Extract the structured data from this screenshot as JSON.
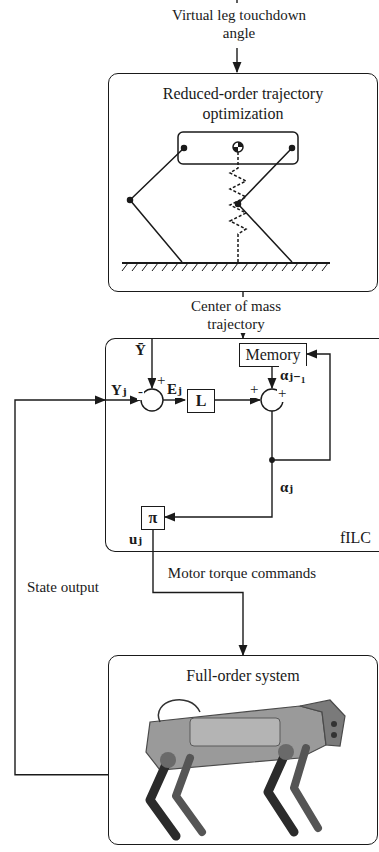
{
  "diagram": {
    "nodes": [
      {
        "text": [
          "Reduced-order trajectory optimization"
        ]
      },
      {
        "text": [
          "fILC"
        ]
      },
      {
        "text": [
          "L"
        ],
        "in": 1
      },
      {
        "text": [
          "Memory"
        ],
        "in": 1
      },
      {
        "text": [
          "π"
        ],
        "in": 1
      },
      {
        "text": [
          "Full-order system"
        ]
      }
    ],
    "edges": [
      {
        "from": 0,
        "to": 1,
        "label": "Center of mass trajectory",
        "arrow": "to"
      },
      {
        "from": 4,
        "to": 5,
        "label": "Motor torque commands",
        "arrow": "to"
      },
      {
        "from": 5,
        "to": 1,
        "label": "State output",
        "arrow": "to"
      }
    ],
    "labels": [
      "Virtual leg touchdown angle",
      "Ȳ",
      "Yⱼ",
      "-",
      "+",
      "Eⱼ",
      "+",
      "αⱼ₋₁",
      "+",
      "αⱼ",
      "uⱼ"
    ]
  }
}
